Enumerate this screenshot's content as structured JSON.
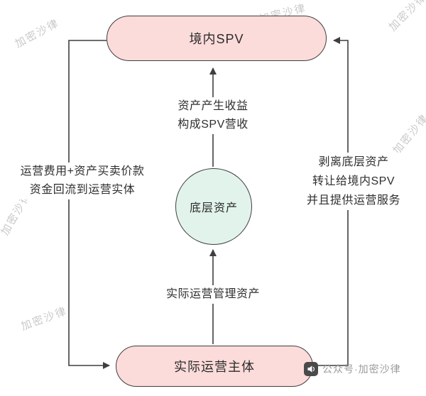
{
  "diagram": {
    "nodes": {
      "top_pill": {
        "label": "境内SPV"
      },
      "circle": {
        "label": "底层资产"
      },
      "bottom_pill": {
        "label": "实际运营主体"
      }
    },
    "edges": {
      "center_to_top": {
        "label": "资产产生收益\n构成SPV营收"
      },
      "bottom_to_center": {
        "label": "实际运营管理资产"
      },
      "left_top_to_bottom": {
        "label": "运营费用+资产买卖价款\n资金回流到运营实体"
      },
      "right_bottom_to_top": {
        "label": "剥离底层资产\n转让给境内SPV\n并且提供运营服务"
      }
    }
  },
  "watermark": {
    "text": "加密沙律"
  },
  "footer": {
    "text": "公众号·加密沙律"
  },
  "colors": {
    "pill_fill": "#fcdcda",
    "circle_fill": "#e2f3ec",
    "stroke": "#3f3f3f",
    "text": "#2f2f2f",
    "watermark": "#c9c9c9",
    "footer_text": "#9b9b9b"
  }
}
